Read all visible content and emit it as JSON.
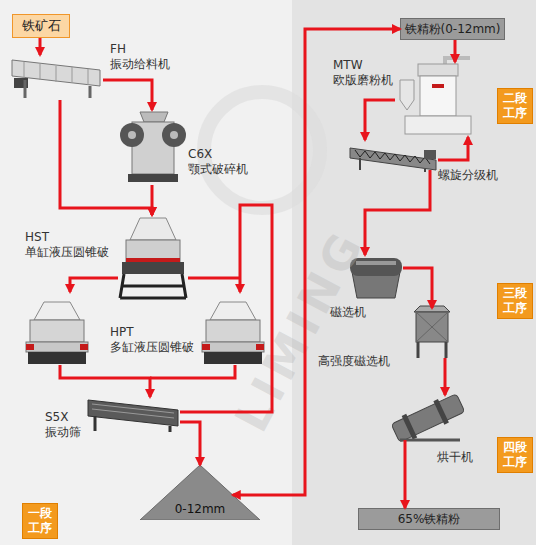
{
  "diagram": {
    "nodes": [
      {
        "text": [
          "铁矿石"
        ]
      },
      {
        "text": [
          "FH 振动给料机"
        ]
      },
      {
        "text": [
          "C6X 颚式破碎机"
        ]
      },
      {
        "text": [
          "HST 单缸液压圆锥破"
        ]
      },
      {
        "text": [
          "HPT 多缸液压圆锥破"
        ]
      },
      {
        "text": [
          "S5X 振动筛"
        ]
      },
      {
        "text": [
          "0-12mm"
        ]
      },
      {
        "text": [
          "一段 工序"
        ]
      },
      {
        "text": [
          "铁精粉(0-12mm)"
        ]
      },
      {
        "text": [
          "MTW 欧版磨粉机"
        ]
      },
      {
        "text": [
          "二段 工序"
        ]
      },
      {
        "text": [
          "螺旋分级机"
        ]
      },
      {
        "text": [
          "磁选机"
        ]
      },
      {
        "text": [
          "三段 工序"
        ]
      },
      {
        "text": [
          "高强度磁选机"
        ]
      },
      {
        "text": [
          "四段 工序"
        ]
      },
      {
        "text": [
          "烘干机"
        ]
      },
      {
        "text": [
          "65%铁精粉"
        ]
      }
    ],
    "edges": [
      {
        "from": 0,
        "to": 1,
        "arrow": "to"
      },
      {
        "from": 1,
        "to": 2,
        "arrow": "to"
      },
      {
        "from": 1,
        "to": 3,
        "arrow": "to"
      },
      {
        "from": 2,
        "to": 3,
        "arrow": "to"
      },
      {
        "from": 3,
        "to": 4,
        "arrow": "to"
      },
      {
        "from": 4,
        "to": 5,
        "arrow": "to"
      },
      {
        "from": 5,
        "to": 6,
        "arrow": "to"
      },
      {
        "from": 5,
        "to": 4,
        "arrow": "to"
      },
      {
        "from": 6,
        "to": 8,
        "arrow": "both"
      },
      {
        "from": 8,
        "to": 9,
        "arrow": "to"
      },
      {
        "from": 9,
        "to": 11,
        "arrow": "to"
      },
      {
        "from": 11,
        "to": 9,
        "arrow": "to"
      },
      {
        "from": 11,
        "to": 12,
        "arrow": "to"
      },
      {
        "from": 12,
        "to": 14,
        "arrow": "to"
      },
      {
        "from": 14,
        "to": 16,
        "arrow": "to"
      },
      {
        "from": 16,
        "to": 17,
        "arrow": "to"
      }
    ],
    "labels": [
      "LIMING"
    ]
  }
}
